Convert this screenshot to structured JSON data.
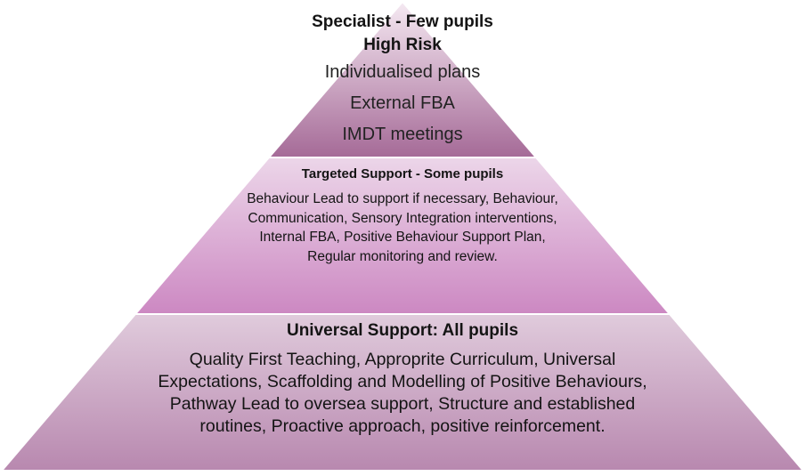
{
  "pyramid": {
    "tiers": [
      {
        "title_line1": "Specialist - Few pupils",
        "title_line2": "High Risk",
        "items": [
          "Individualised plans",
          "External FBA",
          "IMDT meetings"
        ],
        "fill_top": "#f3e6f0",
        "fill_bottom": "#a96e9b"
      },
      {
        "title": "Targeted Support - Some pupils",
        "body": "Behaviour Lead to support if necessary, Behaviour, Communication, Sensory Integration interventions, Internal FBA, Positive Behaviour Support Plan, Regular monitoring and review.",
        "fill_top": "#e9cfe6",
        "fill_bottom": "#cf8ec6"
      },
      {
        "title": "Universal Support: All pupils",
        "body": "Quality First Teaching, Appropritе Curriculum, Universal Expectations, Scaffolding and Modelling of Positive Behaviours, Pathway Lead to oversea support, Structure and established routines, Proactive approach, positive reinforcement.",
        "fill_top": "#dcc4d8",
        "fill_bottom": "#bc8fb3"
      }
    ],
    "outline_color": "#ffffff"
  }
}
